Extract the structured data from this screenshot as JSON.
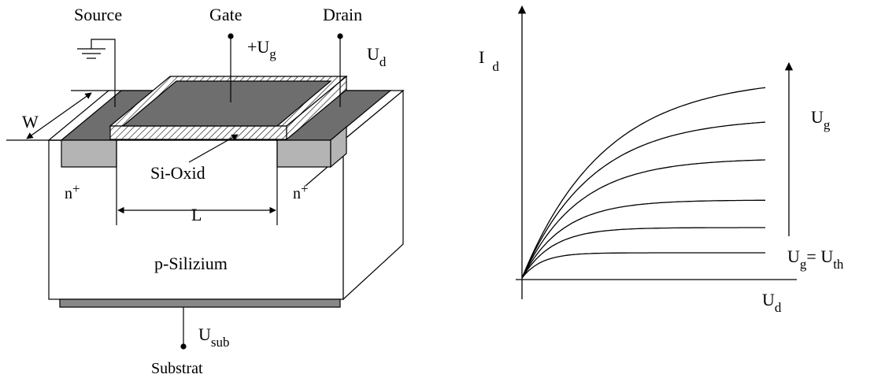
{
  "mosfet": {
    "source": "Source",
    "gate": "Gate",
    "drain": "Drain",
    "gate_voltage": {
      "sym": "+U",
      "sub": "g"
    },
    "drain_voltage": {
      "sym": "U",
      "sub": "d"
    },
    "width": "W",
    "length": "L",
    "oxide": "Si-Oxid",
    "n_left": {
      "base": "n",
      "sup": "+"
    },
    "n_right": {
      "base": "n",
      "sup": "+"
    },
    "bulk": "p-Silizium",
    "substrate_voltage": {
      "sym": "U",
      "sub": "sub"
    },
    "substrate": "Substrat"
  },
  "graph": {
    "y_axis": {
      "sym": "I",
      "sub": "d"
    },
    "x_axis": {
      "sym": "U",
      "sub": "d"
    },
    "arrow_label": {
      "sym": "U",
      "sub": "g"
    },
    "threshold": {
      "lhs_sym": "U",
      "lhs_sub": "g",
      "eq": "= ",
      "rhs_sym": "U",
      "rhs_sub": "th"
    },
    "curve_count": 6,
    "colors": {
      "line": "#000000",
      "top_face": "#6e6e6e",
      "n_region": "#b4b4b4",
      "substrate_bar": "#888888"
    }
  }
}
